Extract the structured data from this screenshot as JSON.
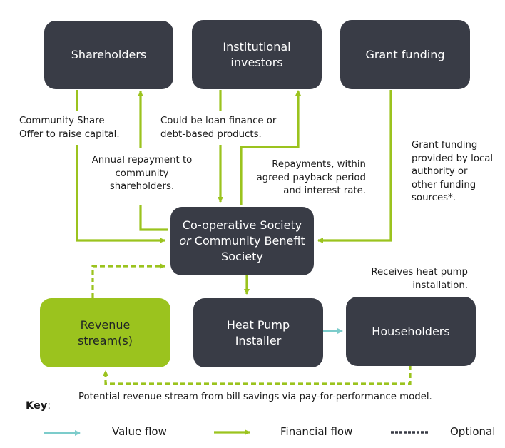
{
  "colors": {
    "box_dark": "#393c46",
    "box_highlight": "#9bc31e",
    "financial_flow": "#9bc31e",
    "value_flow": "#7ccccb",
    "text": "#1a1a1a"
  },
  "nodes": {
    "shareholders": "Shareholders",
    "institutional_investors": "Institutional investors",
    "grant_funding": "Grant funding",
    "society": {
      "line1": "Co-operative Society",
      "line2_italic": "or",
      "line2_rest": " Community Benefit",
      "line3": "Society"
    },
    "revenue_streams": "Revenue stream(s)",
    "installer": "Heat Pump Installer",
    "householders": "Householders"
  },
  "annotations": {
    "community_share": "Community Share\nOffer to raise capital.",
    "annual_repayment": "Annual repayment to\ncommunity\nshareholders.",
    "loan_finance": "Could be loan finance or\ndebt-based products.",
    "repayments": "Repayments, within\nagreed payback period\nand interest rate.",
    "grant_desc": "Grant funding\nprovided by local\nauthority or\nother funding\nsources*.",
    "receives_install": "Receives heat pump\ninstallation.",
    "bill_savings": "Potential revenue stream from bill savings via pay-for-performance model."
  },
  "edges": [
    {
      "from": "shareholders",
      "to": "society",
      "type": "financial",
      "style": "solid"
    },
    {
      "from": "society",
      "to": "shareholders",
      "type": "financial",
      "style": "solid"
    },
    {
      "from": "institutional_investors",
      "to": "society",
      "type": "financial",
      "style": "solid"
    },
    {
      "from": "society",
      "to": "institutional_investors",
      "type": "financial",
      "style": "solid"
    },
    {
      "from": "grant_funding",
      "to": "society",
      "type": "financial",
      "style": "solid"
    },
    {
      "from": "society",
      "to": "installer",
      "type": "financial",
      "style": "solid"
    },
    {
      "from": "installer",
      "to": "householders",
      "type": "value",
      "style": "solid"
    },
    {
      "from": "householders",
      "to": "revenue_streams",
      "type": "financial",
      "style": "dashed"
    },
    {
      "from": "revenue_streams",
      "to": "society",
      "type": "financial",
      "style": "dashed"
    }
  ],
  "key": {
    "title": "Key",
    "colon": ":",
    "items": [
      {
        "label": "Value flow",
        "type": "value"
      },
      {
        "label": "Financial flow",
        "type": "financial"
      },
      {
        "label": "Optional",
        "type": "optional"
      }
    ]
  }
}
